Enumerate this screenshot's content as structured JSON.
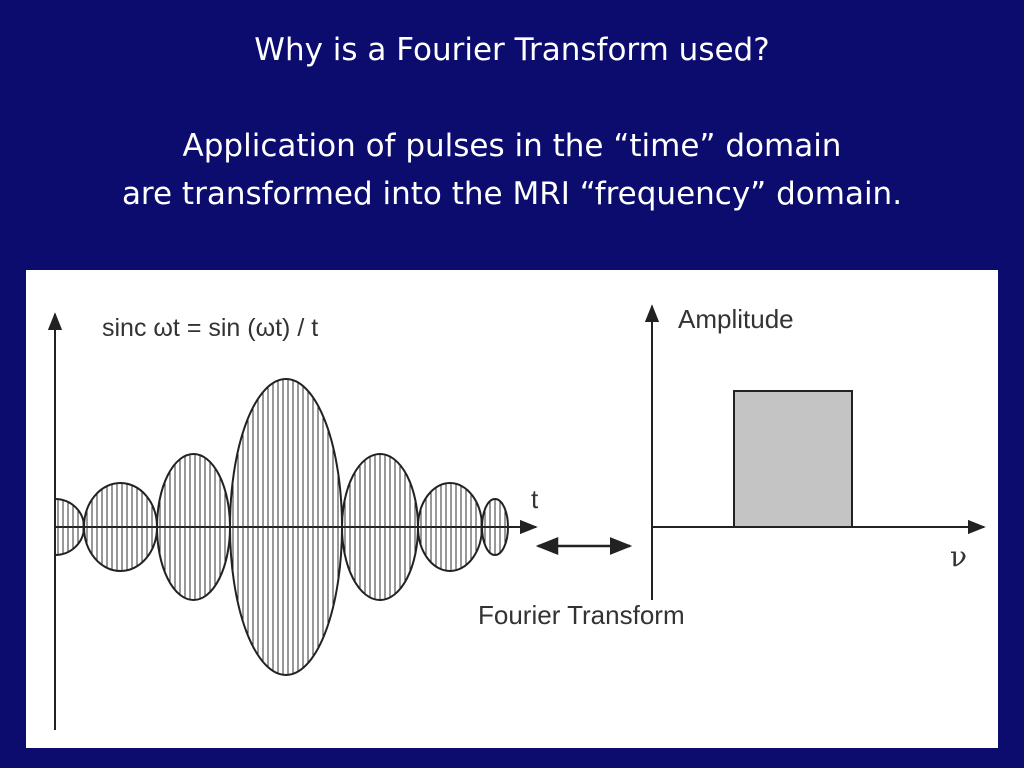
{
  "slide": {
    "title": "Why is a Fourier Transform used?",
    "subtitle_line1": "Application of pulses in the “time” domain",
    "subtitle_line2": "are transformed into the MRI “frequency” domain."
  },
  "figure": {
    "time_plot_label": "sinc  ωt = sin (ωt) / t",
    "time_axis_label": "t",
    "transform_label": "Fourier Transform",
    "freq_plot_label": "Amplitude",
    "freq_axis_label": "ν",
    "colors": {
      "background": "#0c0c6e",
      "rect_fill": "#c4c4c4",
      "stroke": "#222222"
    }
  }
}
